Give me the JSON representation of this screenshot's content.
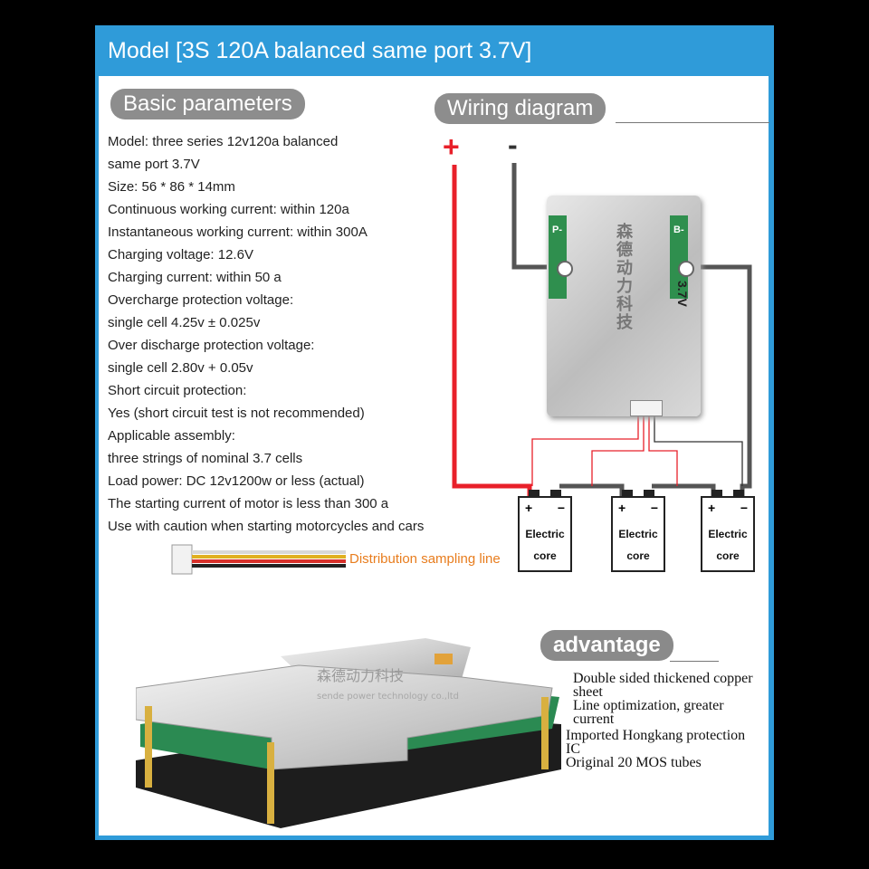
{
  "title": "Model [3S 120A balanced same port 3.7V]",
  "sections": {
    "basic": "Basic parameters",
    "wiring": "Wiring diagram",
    "advantage": "advantage"
  },
  "params": [
    "Model: three series 12v120a balanced",
    "same port 3.7V",
    "Size: 56 * 86 * 14mm",
    "Continuous working current: within 120a",
    "Instantaneous working current: within 300A",
    "Charging voltage: 12.6V",
    "Charging current: within 50 a",
    "Overcharge protection voltage:",
    "single cell 4.25v ± 0.025v",
    "Over discharge protection voltage:",
    "single cell 2.80v + 0.05v",
    "Short circuit protection:",
    "Yes (short circuit test is not recommended)",
    "Applicable assembly:",
    "three strings of nominal 3.7 cells",
    "Load power: DC 12v1200w or less (actual)",
    "The starting current of motor is less than 300 a",
    "Use with caution when starting motorcycles and cars"
  ],
  "wiring": {
    "plus": "+",
    "minus": "-",
    "module_text": "森德动力科技",
    "pin_left": "P-",
    "pin_right": "B-",
    "voltage": "3.7V",
    "cell_plus": "+",
    "cell_minus": "−",
    "cell_line1": "Electric",
    "cell_line2": "core",
    "distribution_label": "Distribution sampling line"
  },
  "advantages": [
    [
      "Double sided thickened copper",
      "sheet"
    ],
    [
      "Line optimization, greater",
      "current"
    ],
    [
      "Imported Hongkang protection",
      "IC"
    ],
    [
      "Original 20 MOS tubes"
    ]
  ],
  "photo": {
    "brand_cn": "森德动力科技",
    "brand_en": "sende power technology co.,ltd"
  },
  "colors": {
    "accent": "#2f9bd9",
    "pill": "#8d8d8d",
    "red_wire": "#e8202a",
    "gray_wire": "#555555",
    "orange_label": "#e87d1e"
  }
}
